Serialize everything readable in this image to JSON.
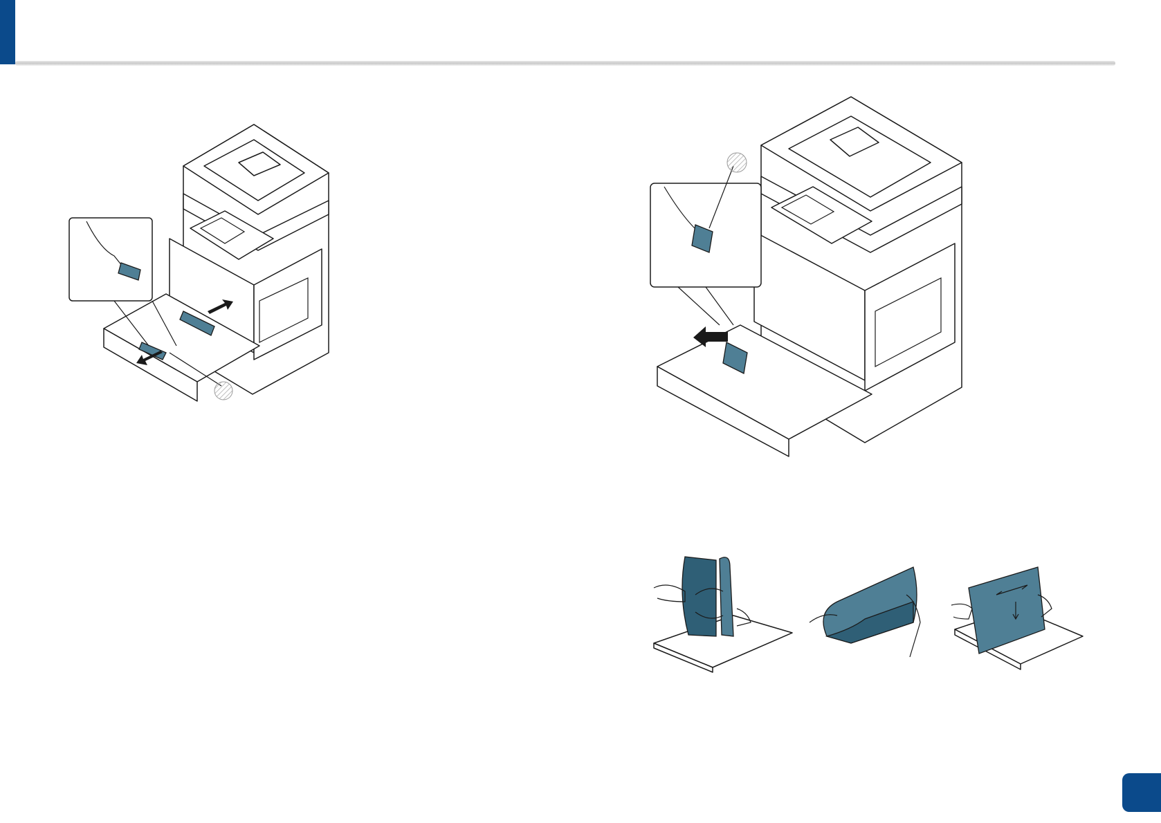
{
  "page": {
    "number": "",
    "accent_color": "#0b4a8b"
  },
  "figures": [
    {
      "id": "fig-tray-left",
      "description_icon": "printer-tray-guide-adjust-icon"
    },
    {
      "id": "fig-tray-right",
      "description_icon": "printer-tray-length-guide-icon"
    },
    {
      "id": "fig-paper-flex",
      "description_icon": "flex-paper-stack-icon"
    },
    {
      "id": "fig-paper-fan",
      "description_icon": "fan-paper-stack-icon"
    },
    {
      "id": "fig-paper-align",
      "description_icon": "align-paper-stack-icon"
    }
  ]
}
